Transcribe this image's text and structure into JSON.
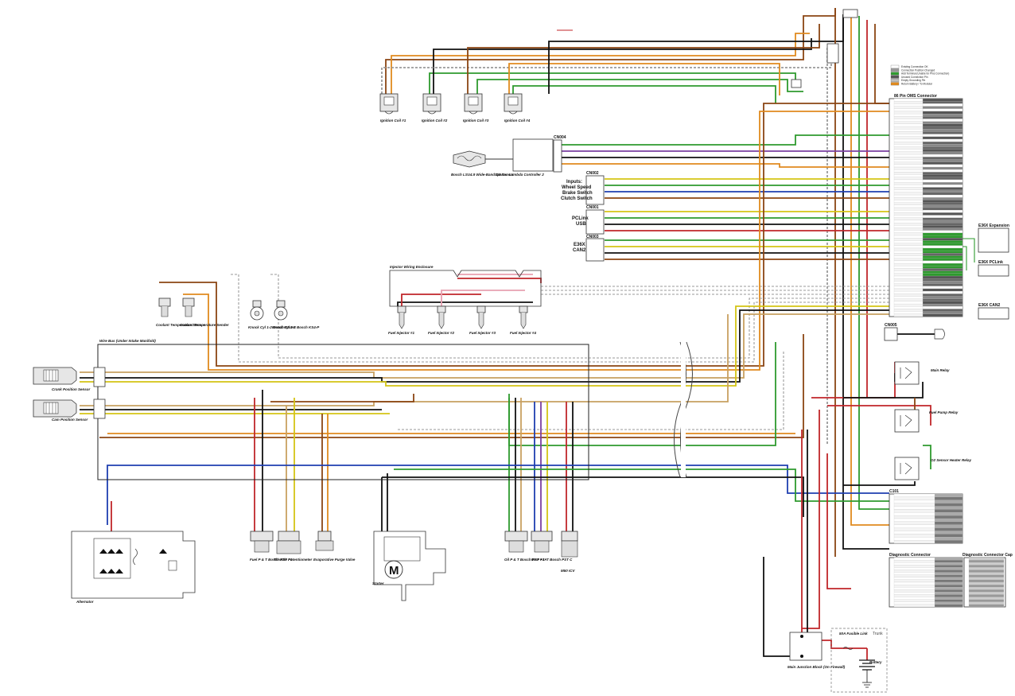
{
  "ecu": {
    "title": "86 Pin OMS Connector",
    "pins": [
      "",
      "",
      "",
      "",
      "",
      "",
      "",
      "",
      "",
      "",
      "",
      "",
      "",
      "",
      "",
      "",
      "",
      "",
      "",
      "",
      "",
      "",
      "",
      "",
      "",
      "",
      "",
      "",
      "",
      "",
      "",
      "",
      "",
      "",
      "",
      "",
      "",
      "",
      "",
      "",
      "",
      "",
      "",
      "",
      "",
      "",
      "",
      "",
      "",
      "",
      "",
      "",
      "",
      "",
      "",
      "",
      "",
      "",
      "",
      "",
      "",
      "",
      "",
      "",
      "",
      "",
      "",
      "",
      "",
      "",
      "",
      "",
      "",
      "",
      "",
      ""
    ]
  },
  "coils": [
    "Ignition Coil #1",
    "Ignition Coil #2",
    "Ignition Coil #3",
    "Ignition Coil #4"
  ],
  "injectors": [
    "Fuel Injector #1",
    "Fuel Injector #2",
    "Fuel Injector #3",
    "Fuel Injector #4"
  ],
  "injector_enclosure": "Injector Wiring Enclosure",
  "o2": {
    "sensor": "Bosch LSU4.9 Wide-Band O2 Sensor",
    "controller": "Spartan Lambda Controller 2",
    "connector": "CN004"
  },
  "inputs": {
    "connector": "CN002",
    "lines": [
      "Inputs:",
      "Wheel Speed",
      "Brake Switch",
      "Clutch Switch"
    ]
  },
  "pclink": {
    "connector": "CN001",
    "lines": [
      "PCLink",
      "USB"
    ]
  },
  "e36x": {
    "connector": "CN003",
    "lines": [
      "E36X",
      "CAN2"
    ]
  },
  "sensors": {
    "coolant_temp": "Coolant Temperature Sensor",
    "coolant_sender": "Coolant Temperature Sender",
    "knock1": "Knock Cyl 1-2 Bosch KS4-0",
    "knock2": "Knock Cyl 3-4 Bosch KS4-P",
    "crank": "Crank Position Sensor",
    "cam": "Cam Position Sensor"
  },
  "manifold_label": "Wire Bus (Under Intake Manifold)",
  "bottom": {
    "fuel_p": "Fuel P & T Bosch PST F1",
    "throttle": "Throttle Potentiometer",
    "purge": "Evaporative Purge Valve",
    "starter": "Starter",
    "starter_m": "M",
    "oil_p": "Oil P & T Bosch PST F1",
    "map": "MAP + IAT Bosch PST C",
    "iacv": "M50 ICV",
    "alternator": "Alternator"
  },
  "relays": [
    "Main Relay",
    "Fuel Pump Relay",
    "O2 Sensor Heater Relay"
  ],
  "expansion": [
    "E36X Expansion",
    "E36X PCLink",
    "E36X CAN2"
  ],
  "c101": "C101",
  "diagnostic": {
    "connector": "Diagnostic Connector",
    "cap": "Diagnostic Connector Cap"
  },
  "junction": "Main Junction Block (On Firewall)",
  "fusible": "50A Fusible Link",
  "battery": "Battery",
  "trunk": "Trunk",
  "cn005": "CN005",
  "legend": [
    "Existing Connection OK",
    "Connection Position Changed",
    "Add Terminal (Unable for Pins Connection)",
    "Unused Connection Pin",
    "Empty Grounding Pin",
    "Return Battery / To Modular"
  ],
  "colors": {
    "brown": "#8b4513",
    "orange": "#e08a1e",
    "green": "#2e9a2e",
    "red": "#c0262a",
    "yellow": "#d4c414",
    "blue": "#1f3fb0",
    "black": "#111111",
    "gray": "#9a9a9a",
    "violet": "#7a3fa0",
    "pink": "#e8a0b0",
    "tan": "#c8a060"
  }
}
